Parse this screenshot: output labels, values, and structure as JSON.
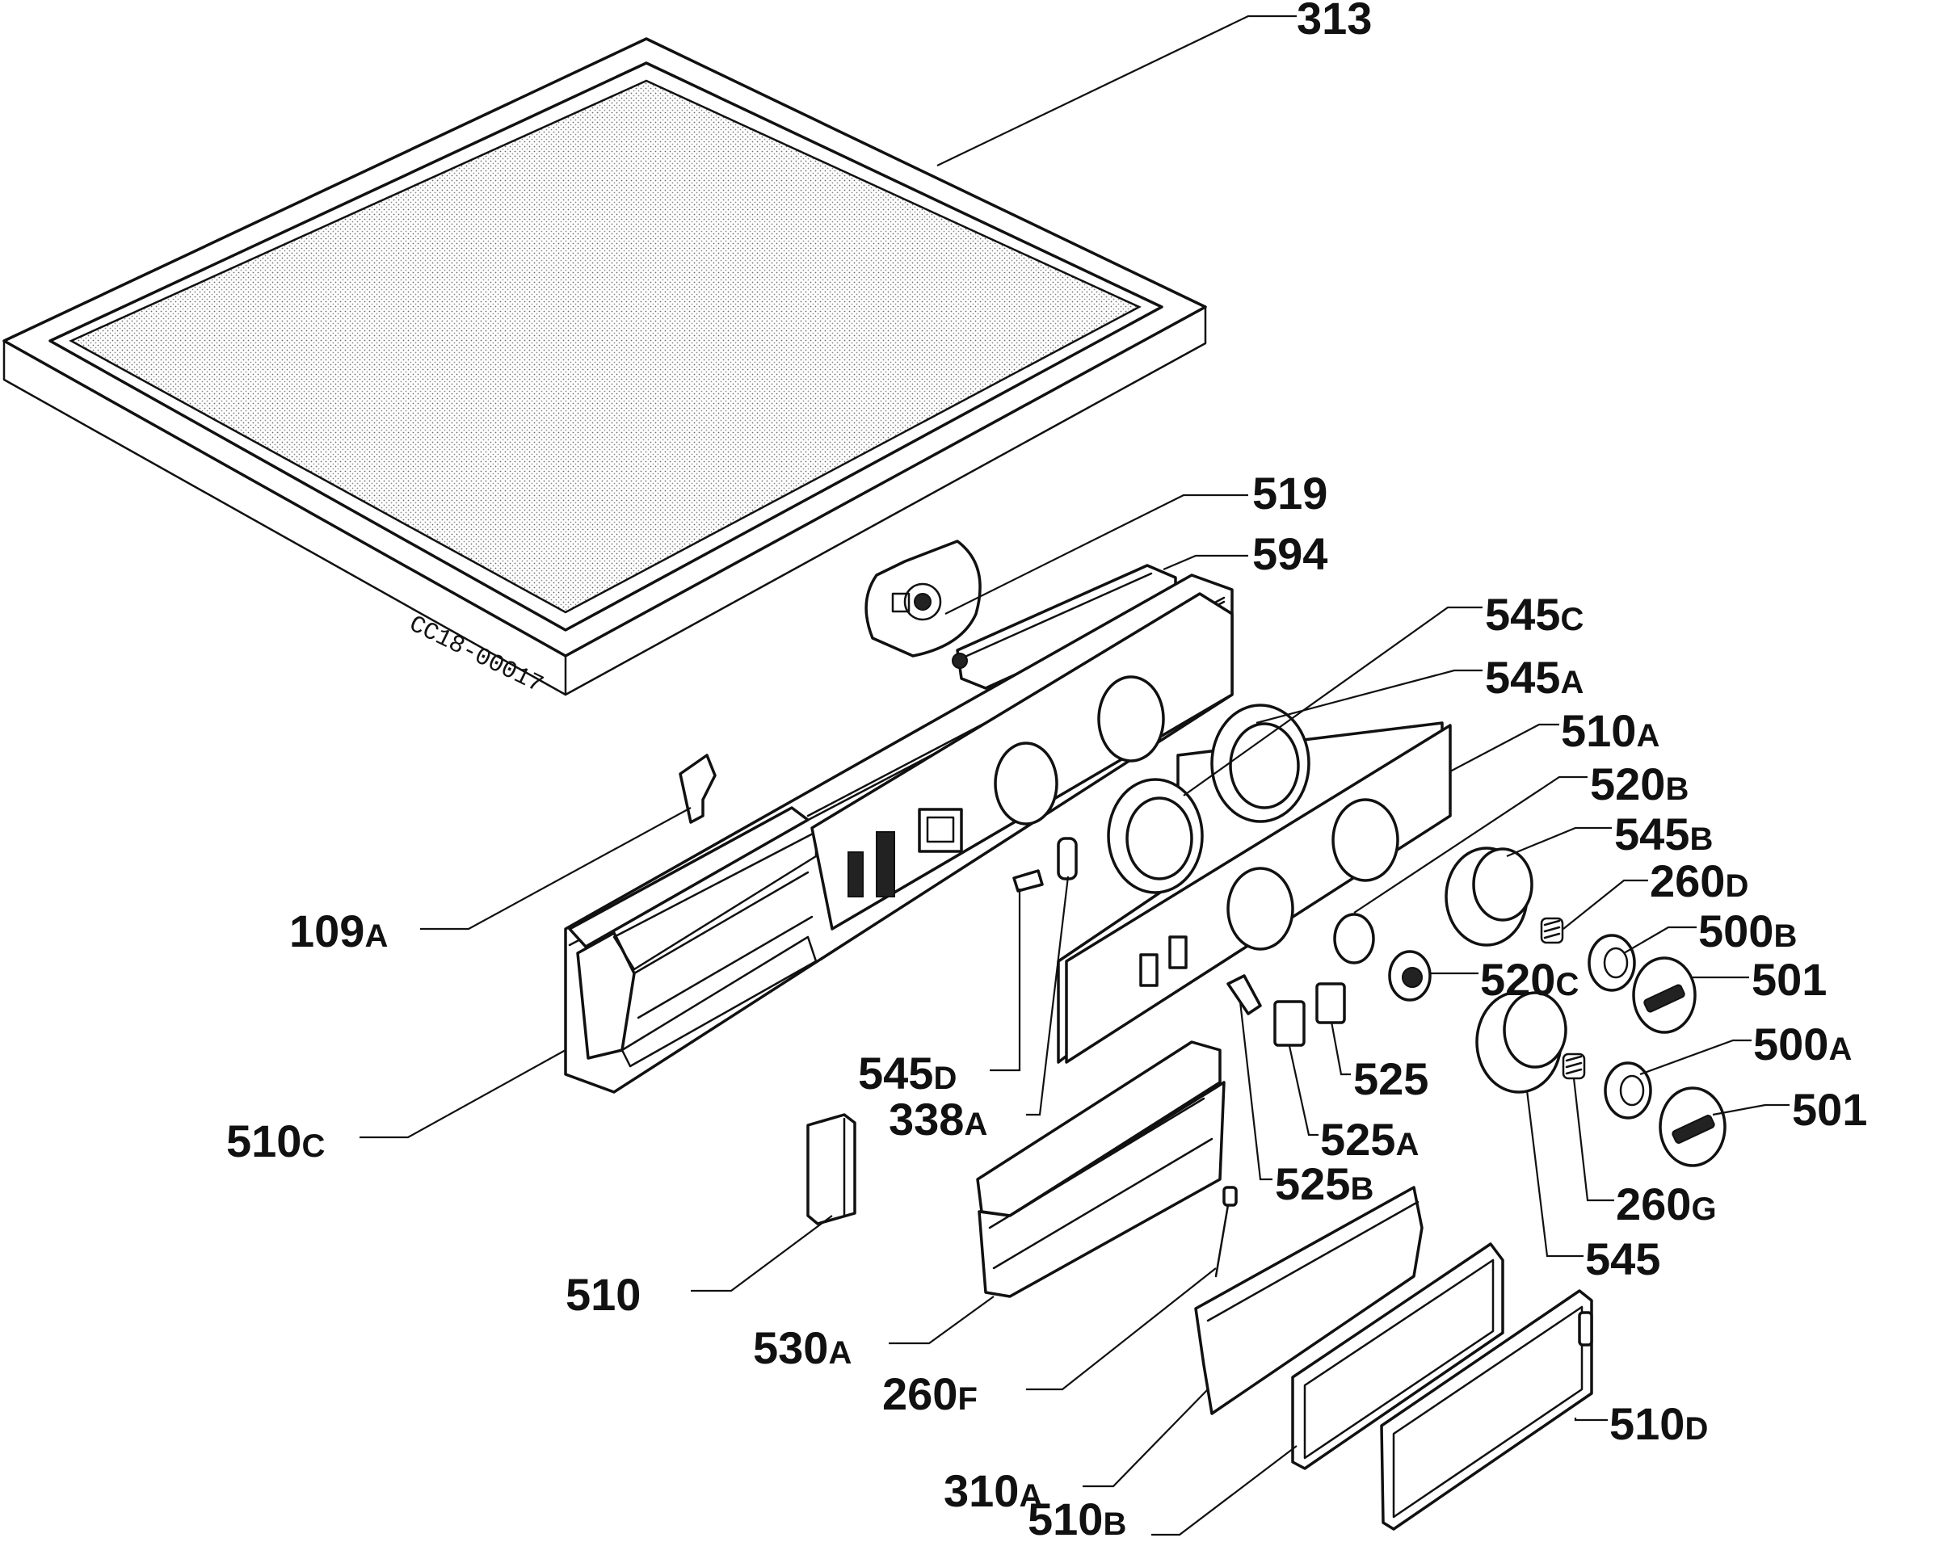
{
  "drawing_code": "CC18-00017",
  "labels": [
    {
      "id": "313",
      "num": "313",
      "suffix": ""
    },
    {
      "id": "519",
      "num": "519",
      "suffix": ""
    },
    {
      "id": "594",
      "num": "594",
      "suffix": ""
    },
    {
      "id": "545c",
      "num": "545",
      "suffix": "C"
    },
    {
      "id": "545a",
      "num": "545",
      "suffix": "A"
    },
    {
      "id": "510a",
      "num": "510",
      "suffix": "A"
    },
    {
      "id": "520b",
      "num": "520",
      "suffix": "B"
    },
    {
      "id": "545b",
      "num": "545",
      "suffix": "B"
    },
    {
      "id": "260d",
      "num": "260",
      "suffix": "D"
    },
    {
      "id": "500b",
      "num": "500",
      "suffix": "B"
    },
    {
      "id": "520c",
      "num": "520",
      "suffix": "C"
    },
    {
      "id": "501-top",
      "num": "501",
      "suffix": ""
    },
    {
      "id": "500a",
      "num": "500",
      "suffix": "A"
    },
    {
      "id": "501-bottom",
      "num": "501",
      "suffix": ""
    },
    {
      "id": "109a",
      "num": "109",
      "suffix": "A"
    },
    {
      "id": "545d",
      "num": "545",
      "suffix": "D"
    },
    {
      "id": "338a",
      "num": "338",
      "suffix": "A"
    },
    {
      "id": "525",
      "num": "525",
      "suffix": ""
    },
    {
      "id": "525a",
      "num": "525",
      "suffix": "A"
    },
    {
      "id": "525b",
      "num": "525",
      "suffix": "B"
    },
    {
      "id": "260g",
      "num": "260",
      "suffix": "G"
    },
    {
      "id": "545",
      "num": "545",
      "suffix": ""
    },
    {
      "id": "510c",
      "num": "510",
      "suffix": "C"
    },
    {
      "id": "510",
      "num": "510",
      "suffix": ""
    },
    {
      "id": "530a",
      "num": "530",
      "suffix": "A"
    },
    {
      "id": "260f",
      "num": "260",
      "suffix": "F"
    },
    {
      "id": "510d",
      "num": "510",
      "suffix": "D"
    },
    {
      "id": "310a",
      "num": "310",
      "suffix": "A"
    },
    {
      "id": "510b",
      "num": "510",
      "suffix": "B"
    }
  ]
}
